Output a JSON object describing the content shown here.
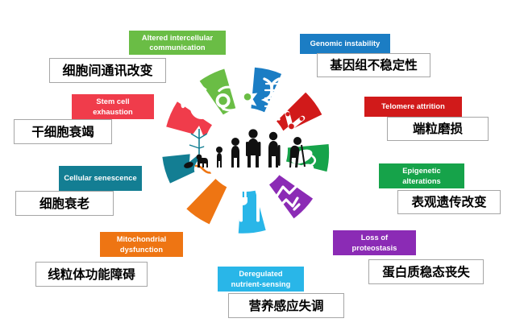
{
  "figure": {
    "title": "Hallmarks of Aging wheel",
    "background_color": "#ffffff",
    "center_circle_color": "#ffffff"
  },
  "hallmarks": [
    {
      "id": "altered-intercellular-communication",
      "en": "Altered intercellular communication",
      "zh": "细胞间通讯改变",
      "color": "#6ABD45",
      "icon": "cells-communication-icon"
    },
    {
      "id": "genomic-instability",
      "en": "Genomic instability",
      "zh": "基因组不稳定性",
      "color": "#1B7DC4",
      "icon": "dna-helix-icon"
    },
    {
      "id": "telomere-attrition",
      "en": "Telomere attrition",
      "zh": "端粒磨损",
      "color": "#D11A1A",
      "icon": "chromosome-icon"
    },
    {
      "id": "epigenetic-alterations",
      "en": "Epigenetic alterations",
      "zh": "表观遗传改变",
      "color": "#16A34A",
      "icon": "chromatin-icon"
    },
    {
      "id": "loss-of-proteostasis",
      "en": "Loss of proteostasis",
      "zh": "蛋白质稳态丧失",
      "color": "#8B2BB5",
      "icon": "misfolded-protein-icon"
    },
    {
      "id": "deregulated-nutrient-sensing",
      "en": "Deregulated nutrient-sensing",
      "zh": "营养感应失调",
      "color": "#29B6E8",
      "icon": "fork-knife-icon"
    },
    {
      "id": "mitochondrial-dysfunction",
      "en": "Mitochondrial dysfunction",
      "zh": "线粒体功能障碍",
      "color": "#EE7513",
      "icon": "mitochondrion-icon"
    },
    {
      "id": "cellular-senescence",
      "en": "Cellular senescence",
      "zh": "细胞衰老",
      "color": "#137E93",
      "icon": "wilted-leaf-icon"
    },
    {
      "id": "stem-cell-exhaustion",
      "en": "Stem cell exhaustion",
      "zh": "干细胞衰竭",
      "color": "#F03C4B",
      "icon": "cell-division-arrow-icon"
    }
  ],
  "center": {
    "name": "aging-progression-silhouettes",
    "description": "Silhouettes of human aging progression"
  }
}
